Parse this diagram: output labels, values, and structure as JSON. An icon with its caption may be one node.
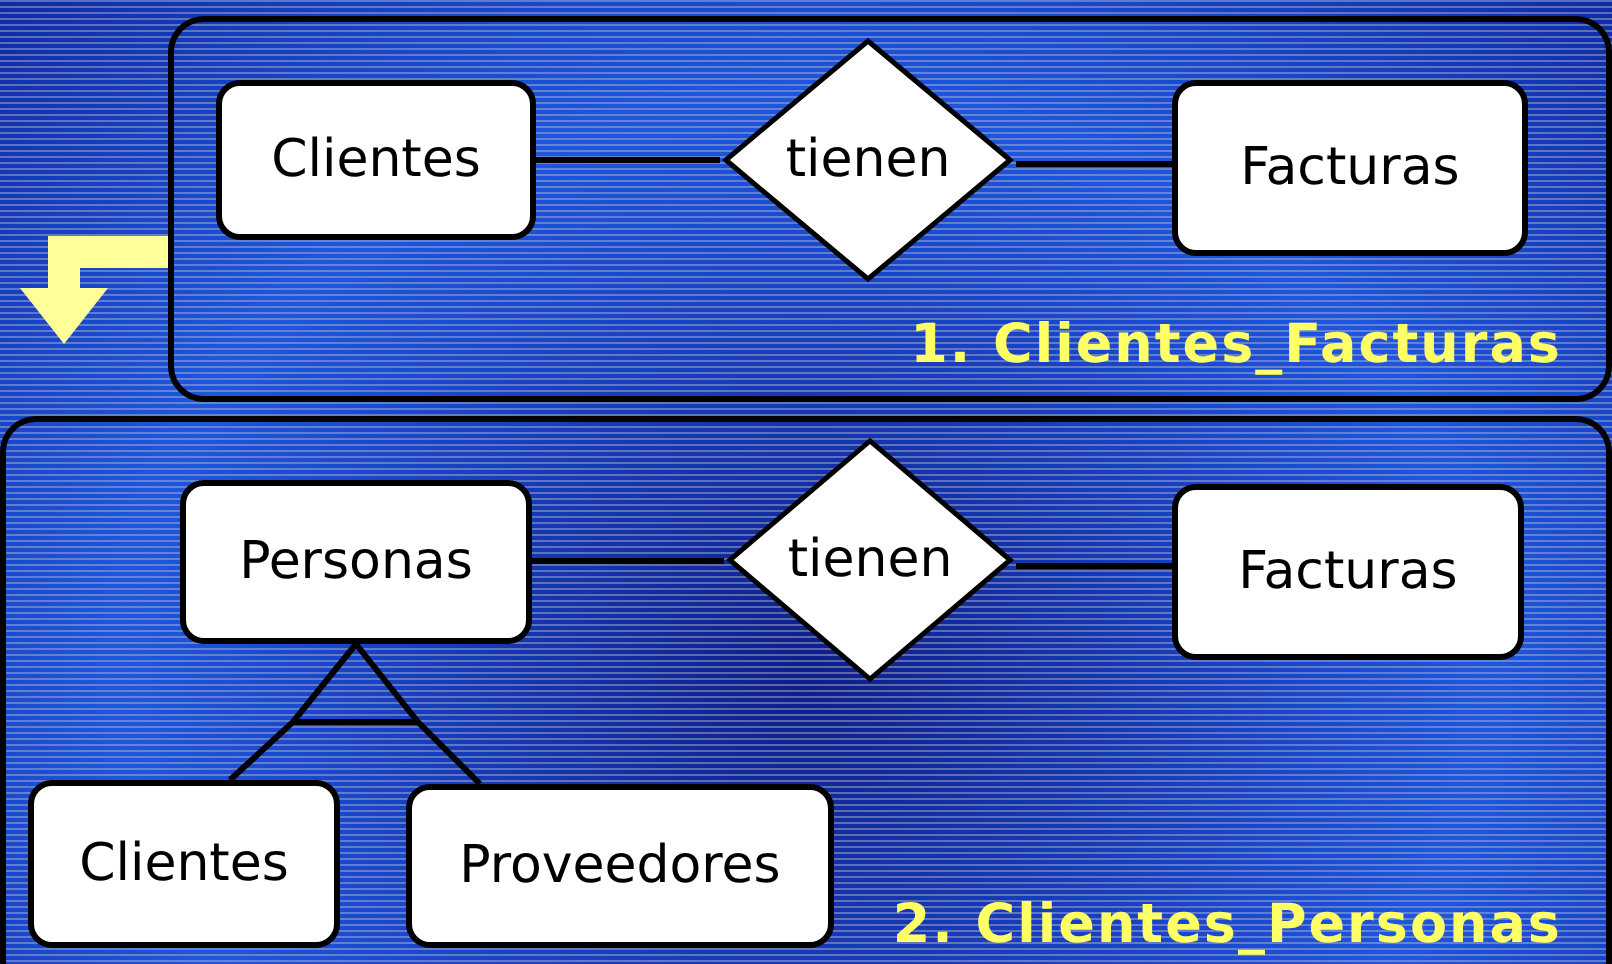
{
  "diagram": {
    "nodes": [
      {
        "text": [
          "1. Clientes_Facturas"
        ]
      },
      {
        "text": [
          "Clientes"
        ],
        "in": 0
      },
      {
        "text": [
          "tienen"
        ],
        "in": 0
      },
      {
        "text": [
          "Facturas"
        ],
        "in": 0
      },
      {
        "text": [
          "2. Clientes_Personas"
        ]
      },
      {
        "text": [
          "Personas"
        ],
        "in": 4
      },
      {
        "text": [
          "tienen"
        ],
        "in": 4
      },
      {
        "text": [
          "Facturas"
        ],
        "in": 4
      },
      {
        "text": [
          "Clientes"
        ],
        "in": 4
      },
      {
        "text": [
          "Proveedores"
        ],
        "in": 4
      }
    ],
    "edges": [
      {
        "from": 1,
        "to": 2,
        "arrow": "none"
      },
      {
        "from": 2,
        "to": 3,
        "arrow": "none"
      },
      {
        "from": 5,
        "to": 6,
        "arrow": "none"
      },
      {
        "from": 6,
        "to": 7,
        "arrow": "none"
      },
      {
        "from": 8,
        "to": 5,
        "arrow": "none"
      },
      {
        "from": 9,
        "to": 5,
        "arrow": "none"
      },
      {
        "from": 0,
        "to": 4,
        "arrow": "to",
        "style": "thick",
        "color": "#ffff99"
      }
    ]
  }
}
